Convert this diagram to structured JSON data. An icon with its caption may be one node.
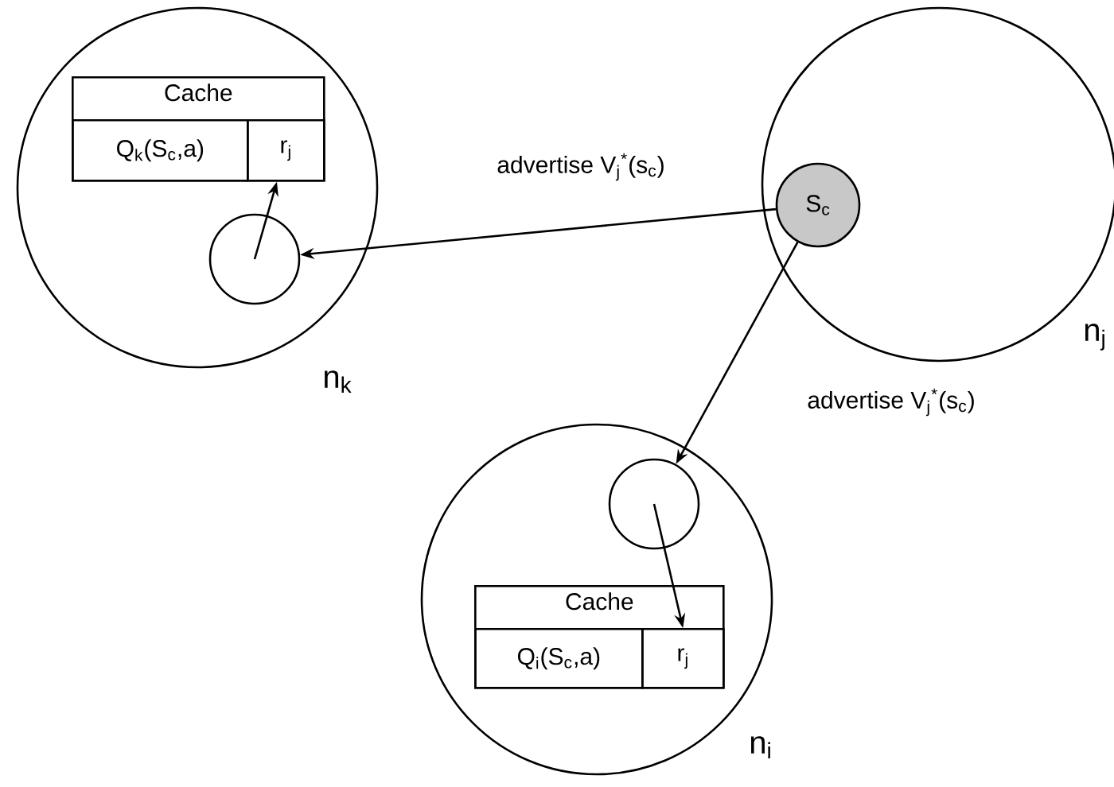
{
  "diagram": {
    "nodes": [
      {
        "text": [],
        "shape": "circle",
        "beside": [
          "n$_{k}$"
        ]
      },
      {
        "text": [
          "Cache"
        ],
        "in": 0
      },
      {
        "text": [
          "Q$_{k}$(S$_{c}$,a)"
        ],
        "in": 1
      },
      {
        "text": [
          "r$_{j}$"
        ],
        "in": 1
      },
      {
        "text": [],
        "shape": "circle",
        "in": 0
      },
      {
        "text": [],
        "shape": "circle",
        "beside": [
          "n$_{j}$"
        ]
      },
      {
        "text": [
          "S$_{c}$"
        ],
        "in": 5
      },
      {
        "text": [],
        "shape": "circle",
        "beside": [
          "n$_{i}$"
        ]
      },
      {
        "text": [],
        "shape": "circle",
        "in": 7
      },
      {
        "text": [
          "Cache"
        ],
        "in": 7
      },
      {
        "text": [
          "Q$_{i}$(S$_{c}$,a)"
        ],
        "in": 9
      },
      {
        "text": [
          "r$_{j}$"
        ],
        "in": 9
      }
    ],
    "edges": [
      {
        "from": 6,
        "to": 4,
        "arrow": "to",
        "label": "advertise V$_{j}$$^{*}$(s$_{c}$)"
      },
      {
        "from": 6,
        "to": 8,
        "arrow": "to",
        "label": "advertise V$_{j}$$^{*}$(s$_{c}$)"
      },
      {
        "from": 4,
        "to": 3,
        "arrow": "to"
      },
      {
        "from": 8,
        "to": 11,
        "arrow": "to"
      }
    ]
  }
}
